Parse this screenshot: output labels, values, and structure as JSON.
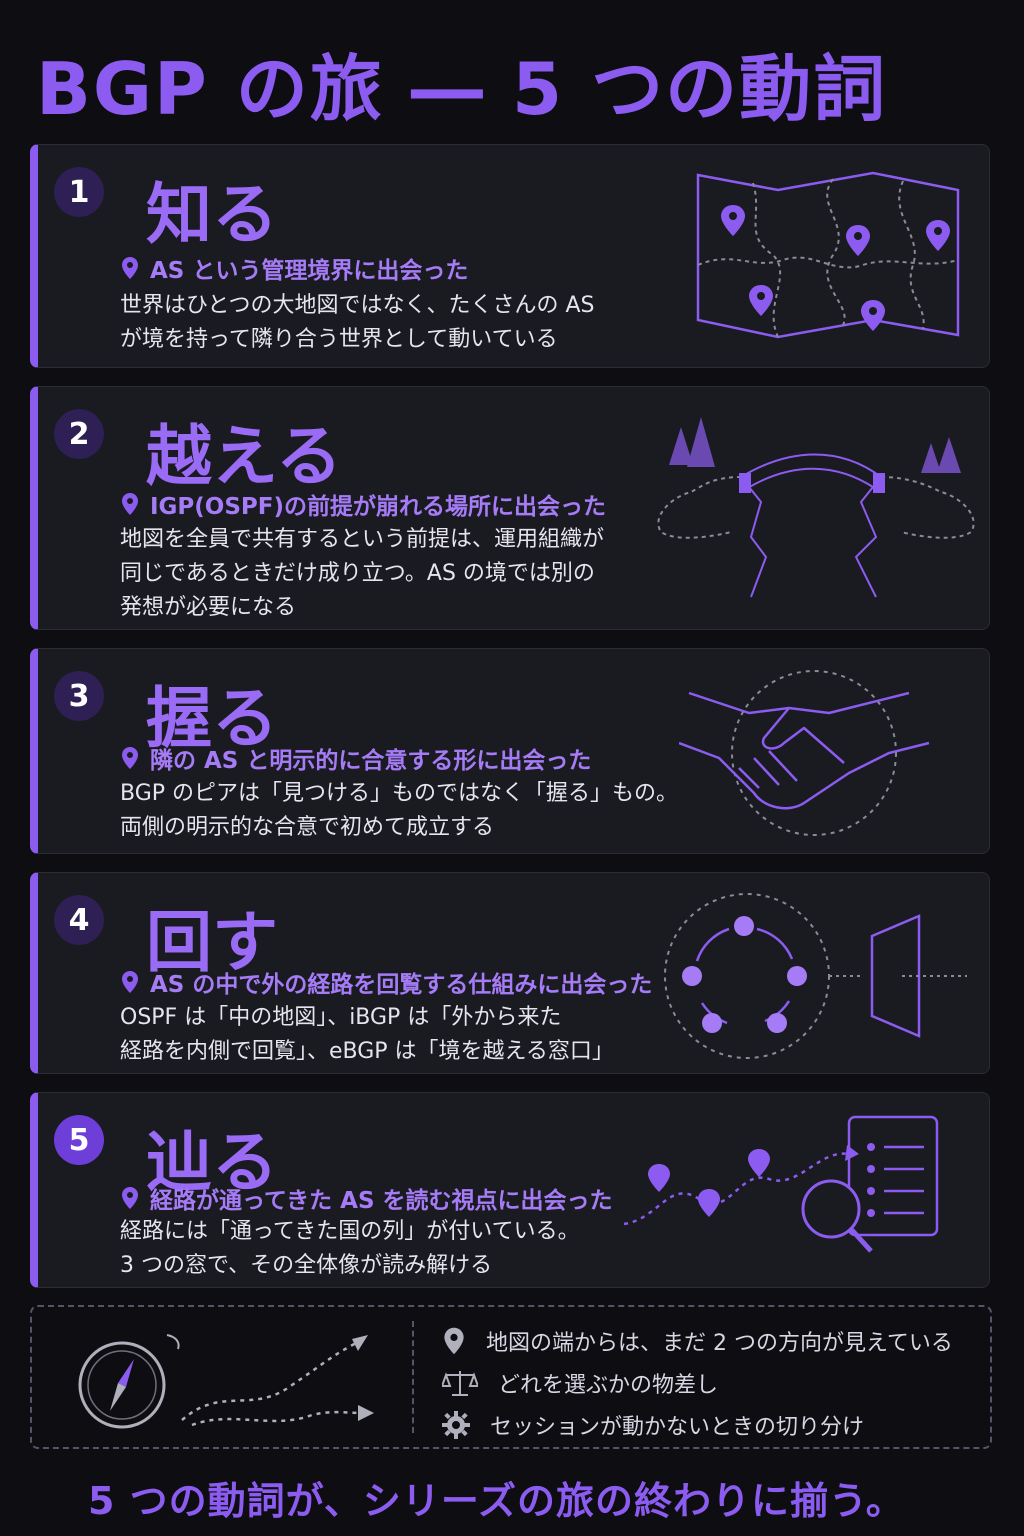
{
  "title": "BGP の旅 ― 5 つの動詞",
  "steps": [
    {
      "number": "1",
      "verb": "知る",
      "subtitle": "AS という管理境界に出会った",
      "description_lines": [
        "世界はひとつの大地図ではなく、たくさんの AS",
        "が境を持って隣り合う世界として動いている"
      ],
      "icon": "map-with-pins-icon"
    },
    {
      "number": "2",
      "verb": "越える",
      "subtitle": "IGP(OSPF)の前提が崩れる場所に出会った",
      "description_lines": [
        "地図を全員で共有するという前提は、運用組織が",
        "同じであるときだけ成り立つ。AS の境では別の",
        "発想が必要になる"
      ],
      "icon": "bridge-over-gorge-icon"
    },
    {
      "number": "3",
      "verb": "握る",
      "subtitle": "隣の AS と明示的に合意する形に出会った",
      "description_lines": [
        "BGP のピアは「見つける」ものではなく「握る」もの。",
        "両側の明示的な合意で初めて成立する"
      ],
      "icon": "handshake-icon"
    },
    {
      "number": "4",
      "verb": "回す",
      "subtitle": "AS の中で外の経路を回覧する仕組みに出会った",
      "description_lines": [
        "OSPF は「中の地図」、iBGP は「外から来た",
        "経路を内側で回覧」、eBGP は「境を越える窓口」"
      ],
      "icon": "circulation-ring-icon"
    },
    {
      "number": "5",
      "verb": "辿る",
      "subtitle": "経路が通ってきた AS を読む視点に出会った",
      "description_lines": [
        "経路には「通ってきた国の列」が付いている。",
        "3 つの窓で、その全体像が読み解ける"
      ],
      "icon": "path-and-magnifier-icon"
    }
  ],
  "next_directions": [
    {
      "icon": "pin-icon",
      "text": "地図の端からは、まだ 2 つの方向が見えている"
    },
    {
      "icon": "balance-scale-icon",
      "text": "どれを選ぶかの物差し"
    },
    {
      "icon": "gear-icon",
      "text": "セッションが動かないときの切り分け"
    }
  ],
  "closing": "5 つの動詞が、シリーズの旅の終わりに揃う。",
  "colors": {
    "accent": "#8c5cf0",
    "background": "#0d0d12",
    "card": "#1a1a21"
  }
}
